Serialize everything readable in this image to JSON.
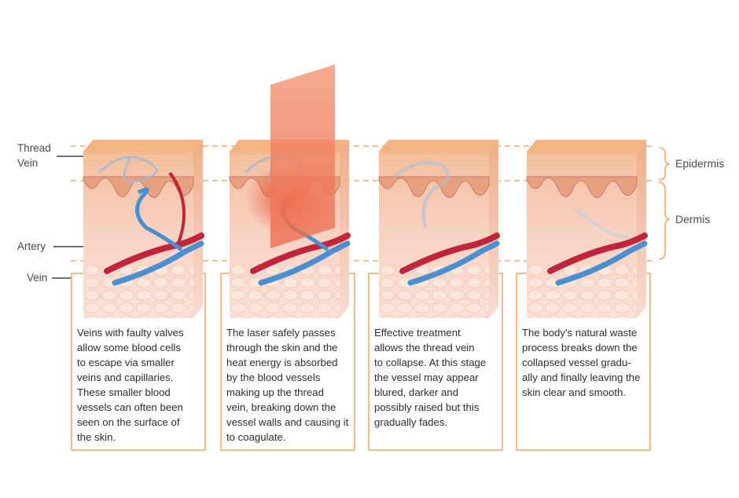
{
  "labels": {
    "thread_vein_line1": "Thread",
    "thread_vein_line2": "Vein",
    "artery": "Artery",
    "vein": "Vein",
    "epidermis": "Epidermis",
    "dermis": "Dermis"
  },
  "panels": [
    {
      "stage": "Thread vein before treatment",
      "lines": [
        "Veins with faulty valves",
        "allow some blood cells",
        "to escape via smaller",
        "veins and capillaries.",
        "These smaller blood",
        "vessels can often been",
        "seen on the surface of",
        "the skin."
      ]
    },
    {
      "stage": "Laser passes through skin",
      "lines": [
        "The laser safely passes",
        "through the skin and the",
        "heat energy is absorbed",
        "by the blood vessels",
        "making up the thread",
        "vein, breaking down the",
        "vessel walls and causing it",
        "to coagulate."
      ]
    },
    {
      "stage": "Vein collapses",
      "lines": [
        "Effective treatment",
        "allows the thread vein",
        "to collapse.  At this stage",
        "the vessel may appear",
        "blured, darker and",
        "possibly raised but this",
        "gradually fades."
      ]
    },
    {
      "stage": "Vessel broken down",
      "lines": [
        "The body's natural waste",
        "process breaks down the",
        "collapsed vessel gradu-",
        "ally and finally leaving the",
        "skin clear and smooth."
      ]
    }
  ],
  "colors": {
    "accent": "#f5a96a",
    "skin_front": "#f7c9b4",
    "epidermis": "#f2b489",
    "artery": "#c0253b",
    "vein": "#4a8fd0",
    "laser": "#f08060"
  }
}
